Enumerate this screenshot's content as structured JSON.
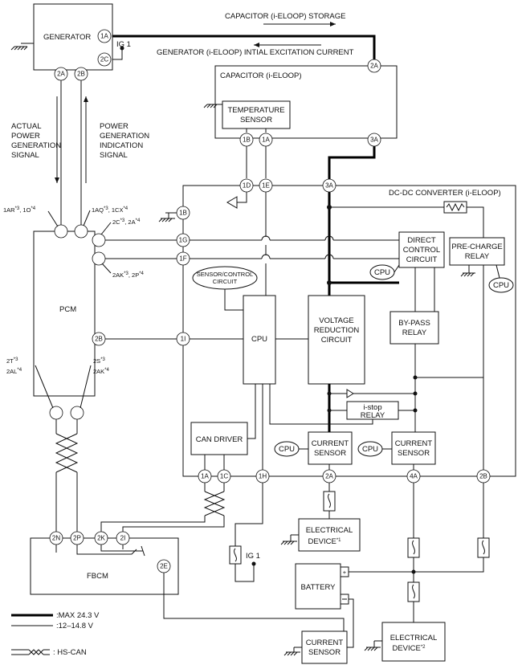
{
  "title_arrows": {
    "storage": "CAPACITOR (i-ELOOP) STORAGE",
    "excitation": "GENERATOR (i-ELOOP) INTIAL EXCITATION CURRENT"
  },
  "components": {
    "generator": "GENERATOR",
    "capacitor": "CAPACITOR (i-ELOOP)",
    "temp_sensor_1": "TEMPERATURE",
    "temp_sensor_2": "SENSOR",
    "dcdc": "DC-DC CONVERTER (i-ELOOP)",
    "direct_control_1": "DIRECT",
    "direct_control_2": "CONTROL",
    "direct_control_3": "CIRCUIT",
    "precharge_1": "PRE-CHARGE",
    "precharge_2": "RELAY",
    "cpu": "CPU",
    "sensor_control_1": "SENSOR/CONTROL",
    "sensor_control_2": "CIRCUIT",
    "voltage_reduction_1": "VOLTAGE",
    "voltage_reduction_2": "REDUCTION",
    "voltage_reduction_3": "CIRCUIT",
    "bypass_1": "BY-PASS",
    "bypass_2": "RELAY",
    "istop_1": "i-stop",
    "istop_2": "RELAY",
    "can_driver": "CAN DRIVER",
    "current_sensor_1": "CURRENT",
    "current_sensor_2": "SENSOR",
    "pcm": "PCM",
    "fbcm": "FBCM",
    "battery": "BATTERY",
    "elec_device_1": "ELECTRICAL",
    "elec_device1_2": "DEVICE",
    "elec_device1_sup": "*1",
    "elec_device2_sup": "*2",
    "ig1": "IG 1"
  },
  "signals": {
    "actual": [
      "ACTUAL",
      "POWER",
      "GENERATION",
      "SIGNAL"
    ],
    "indication": [
      "POWER",
      "GENERATION",
      "INDICATION",
      "SIGNAL"
    ]
  },
  "pins": {
    "gen_1a": "1A",
    "gen_2c": "2C",
    "gen_2a": "2A",
    "gen_2b": "2B",
    "cap_2a": "2A",
    "cap_1b": "1B",
    "cap_1a": "1A",
    "cap_3a": "3A",
    "dc_1d": "1D",
    "dc_1e": "1E",
    "dc_3a": "3A",
    "dc_1b": "1B",
    "dc_1g": "1G",
    "dc_1f": "1F",
    "dc_1i": "1I",
    "dc_1a": "1A",
    "dc_1c": "1C",
    "dc_1h": "1H",
    "dc_2a": "2A",
    "dc_4a": "4A",
    "dc_2b": "2B",
    "pcm_2b": "2B",
    "fbcm_2n": "2N",
    "fbcm_2p": "2P",
    "fbcm_2k": "2K",
    "fbcm_2i": "2I",
    "fbcm_2e": "2E"
  },
  "pcm_labels": {
    "l1": "1AR",
    "l1s": "*3",
    "l1b": ", 1O",
    "l1bs": "*4",
    "l2": "1AQ",
    "l2s": "*3",
    "l2b": ", 1CX",
    "l2bs": "*4",
    "l3": "2C",
    "l3s": "*3",
    "l3b": ", 2A",
    "l3bs": "*4",
    "l4": "2AK",
    "l4s": "*3",
    "l4b": ", 2P",
    "l4bs": "*4",
    "l5a": "2T",
    "l5as": "*3",
    "l5b": "2AL",
    "l5bs": "*4",
    "l6a": "2S",
    "l6as": "*3",
    "l6b": "2AK",
    "l6bs": "*4"
  },
  "legend": {
    "max": ":MAX 24.3  V",
    "normal": ":12–14.8 V",
    "hscan": ": HS-CAN"
  }
}
